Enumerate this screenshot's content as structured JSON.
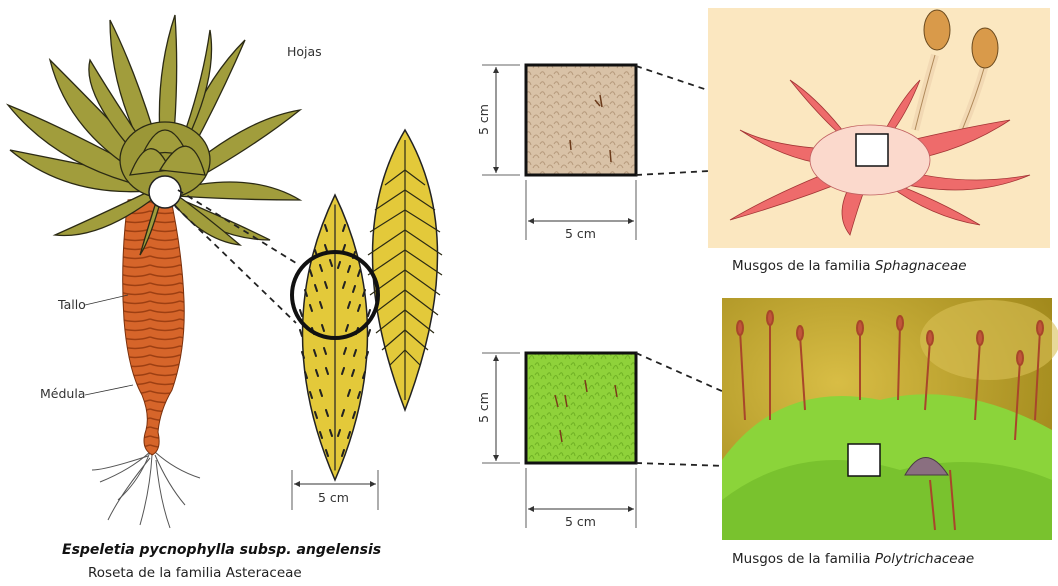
{
  "labels": {
    "hojas": "Hojas",
    "tallo": "Tallo",
    "medula": "Médula",
    "scale_espeletia": "5 cm",
    "scale_sphag_v": "5 cm",
    "scale_sphag_h": "5 cm",
    "scale_poly_v": "5 cm",
    "scale_poly_h": "5 cm"
  },
  "captions": {
    "espeletia_title": "Espeletia pycnophylla subsp. angelensis",
    "espeletia_sub": "Roseta de la familia Asteraceae",
    "sphag_prefix": "Musgos de la familia ",
    "sphag_family": "Sphagnaceae",
    "poly_prefix": "Musgos de la familia ",
    "poly_family": "Polytrichaceae"
  },
  "colors": {
    "leaf_olive": "#9c9a3b",
    "stem_orange": "#d8682a",
    "leaf_yellow": "#e3c93a",
    "sphag_bg": "#fbe9c6",
    "sphag_pink": "#ee6b6b",
    "poly_green": "#8bd43a",
    "poly_bg": "#b8a02a",
    "sample_tan": "#d7bfa5"
  }
}
